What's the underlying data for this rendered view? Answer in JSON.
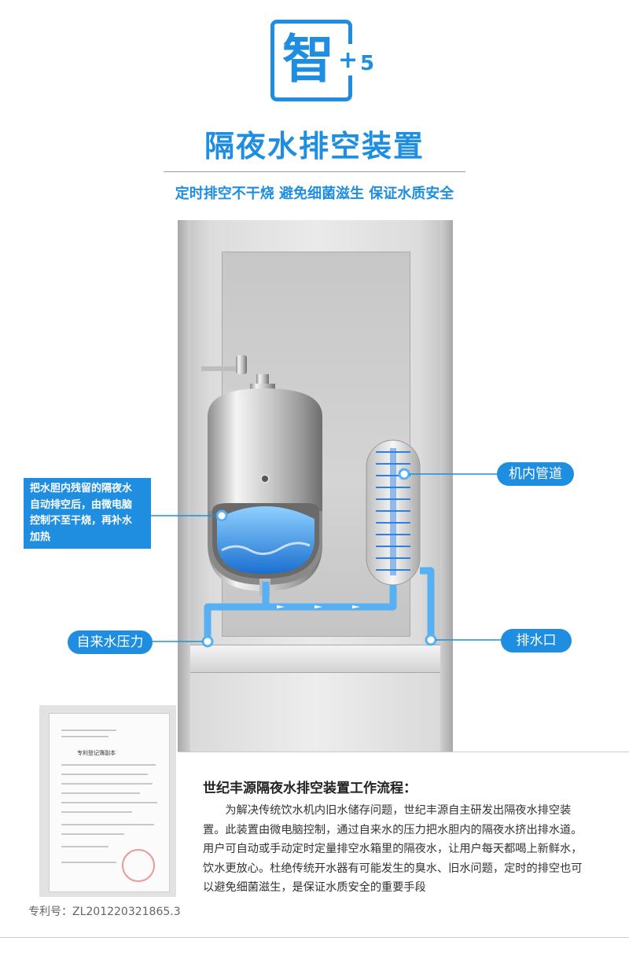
{
  "header": {
    "badge_char": "智",
    "badge_plus": "+",
    "badge_five": "5",
    "title": "隔夜水排空装置",
    "subtitle": "定时排空不干烧 避免细菌滋生 保证水质安全"
  },
  "diagram": {
    "callout_pipe": "机内管道",
    "callout_pressure": "自来水压力",
    "callout_drain": "排水口",
    "callout_box_lines": [
      "把水胆内残留的隔夜水",
      "自动排空后，由微电脑",
      "控制不至干烧，再补水",
      "加热"
    ]
  },
  "process": {
    "title": "世纪丰源隔夜水排空装置工作流程：",
    "body": "为解决传统饮水机内旧水储存问题，世纪丰源自主研发出隔夜水排空装置。此装置由微电脑控制，通过自来水的压力把水胆内的隔夜水挤出排水道。用户可自动或手动定时定量排空水箱里的隔夜水，让用户每天都喝上新鲜水，饮水更放心。杜绝传统开水器有可能发生的臭水、旧水问题，定时的排空也可以避免细菌滋生，是保证水质安全的重要手段"
  },
  "patent": {
    "label": "专利号：ZL201220321865.3",
    "cert_title": "专利登记簿副本"
  },
  "colors": {
    "accent": "#1f8ee0",
    "water": "#3aa0f0"
  },
  "icons": [
    "water-tank-icon",
    "pipe-coil-icon",
    "valve-node-icon",
    "flow-arrow-icon",
    "patent-certificate-image"
  ]
}
